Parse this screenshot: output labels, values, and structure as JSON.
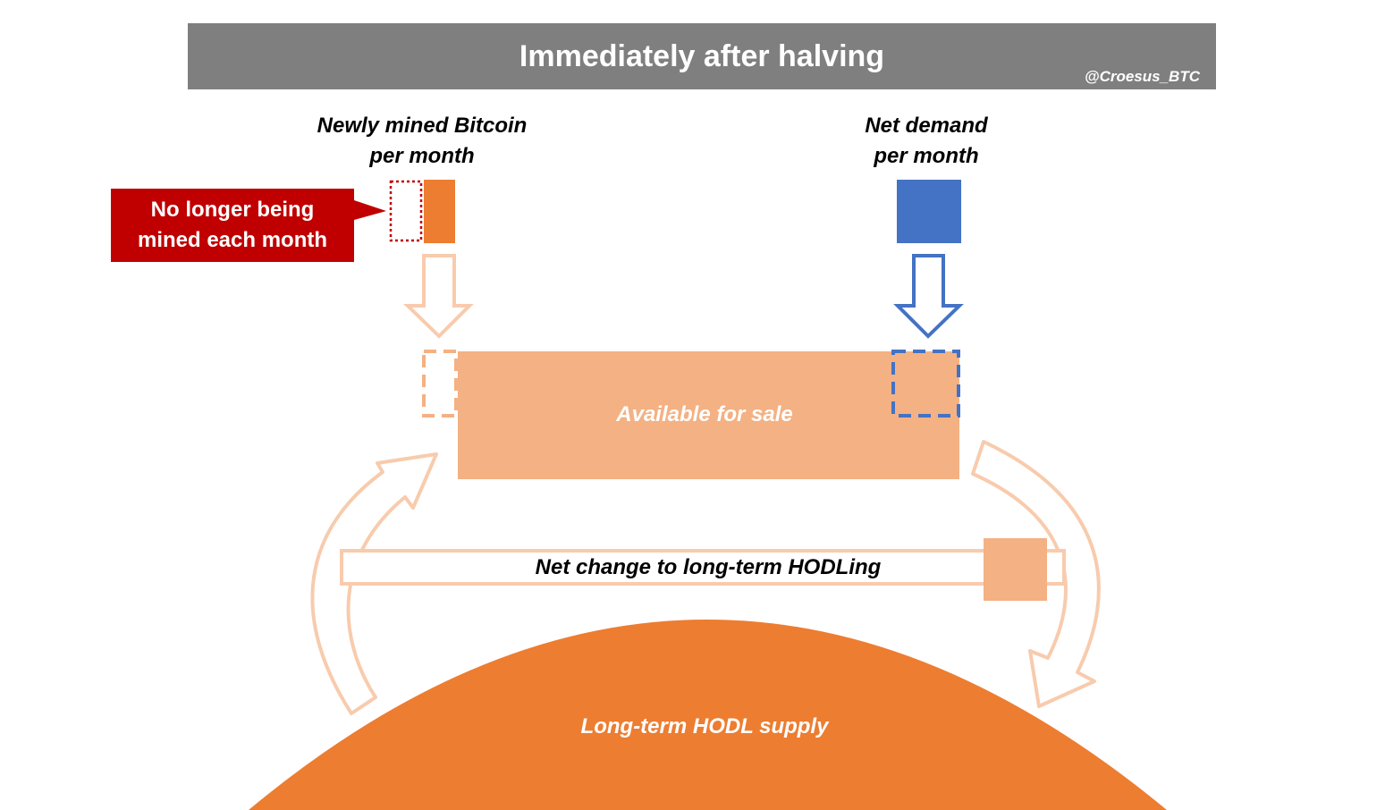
{
  "header": {
    "title": "Immediately after halving",
    "credit": "@Croesus_BTC"
  },
  "labels": {
    "mined_line1": "Newly mined Bitcoin",
    "mined_line2": "per month",
    "demand_line1": "Net demand",
    "demand_line2": "per month",
    "callout_line1": "No longer being",
    "callout_line2": "mined each month",
    "available": "Available for sale",
    "hodl_change": "Net change to long-term HODLing",
    "hodl_supply": "Long-term HODL supply"
  },
  "colors": {
    "title_bar": "#7f7f7f",
    "mined_orange": "#ed7d31",
    "light_orange": "#f4b183",
    "pale_orange_outline": "#f8cbad",
    "demand_blue": "#4472c4",
    "callout_red": "#c00000"
  }
}
